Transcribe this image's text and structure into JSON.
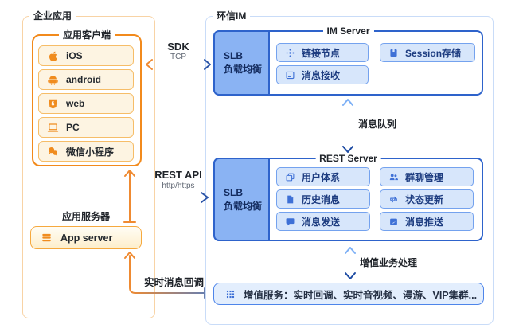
{
  "left": {
    "title": "企业应用",
    "client": {
      "title": "应用客户端",
      "items": [
        {
          "label": "iOS",
          "icon": "apple-icon"
        },
        {
          "label": "android",
          "icon": "android-icon"
        },
        {
          "label": "web",
          "icon": "web-icon"
        },
        {
          "label": "PC",
          "icon": "laptop-icon"
        },
        {
          "label": "微信小程序",
          "icon": "wechat-icon"
        }
      ]
    },
    "app_server": {
      "caption": "应用服务器",
      "label": "App server",
      "icon": "server-list-icon"
    }
  },
  "right": {
    "title": "环信IM",
    "im_server": {
      "title": "IM Server",
      "slb": {
        "line1": "SLB",
        "line2": "负载均衡"
      },
      "items": [
        {
          "label": "链接节点",
          "icon": "nodes-icon"
        },
        {
          "label": "消息接收",
          "icon": "message-receive-icon"
        },
        {
          "label": "Session存储",
          "icon": "storage-icon"
        }
      ]
    },
    "rest_server": {
      "title": "REST Server",
      "slb": {
        "line1": "SLB",
        "line2": "负载均衡"
      },
      "items": [
        {
          "label": "用户体系",
          "icon": "copy-icon"
        },
        {
          "label": "历史消息",
          "icon": "document-icon"
        },
        {
          "label": "消息发送",
          "icon": "chat-icon"
        },
        {
          "label": "群聊管理",
          "icon": "people-icon"
        },
        {
          "label": "状态更新",
          "icon": "sync-icon"
        },
        {
          "label": "消息推送",
          "icon": "push-icon"
        }
      ]
    },
    "vas": {
      "label": "增值服务：实时回调、实时音视频、漫游、VIP集群...",
      "icon": "grid-icon"
    }
  },
  "connectors": {
    "sdk": {
      "title": "SDK",
      "subtitle": "TCP"
    },
    "rest_api": {
      "title": "REST API",
      "subtitle": "http/https"
    },
    "mq": {
      "label": "消息队列"
    },
    "vas_flow": {
      "label": "增值业务处理"
    },
    "callback": {
      "label": "实时消息回调"
    }
  },
  "colors": {
    "orange": "#f08a1d",
    "orange_light_border": "#f8d3a5",
    "orange_item_fill": "#fdf4e2",
    "orange_item_border": "#f6bd68",
    "blue_border": "#2e63cb",
    "blue_outer_border": "#c9dcf8",
    "slb_fill": "#8ab3f3",
    "blue_item_fill": "#d7e6fb",
    "blue_item_border": "#74a2ee",
    "navy_text": "#1d3c80",
    "dark_text": "#1f2329",
    "arrow_blue": "#2c55a8",
    "arrow_light_blue": "#7db0f6"
  }
}
